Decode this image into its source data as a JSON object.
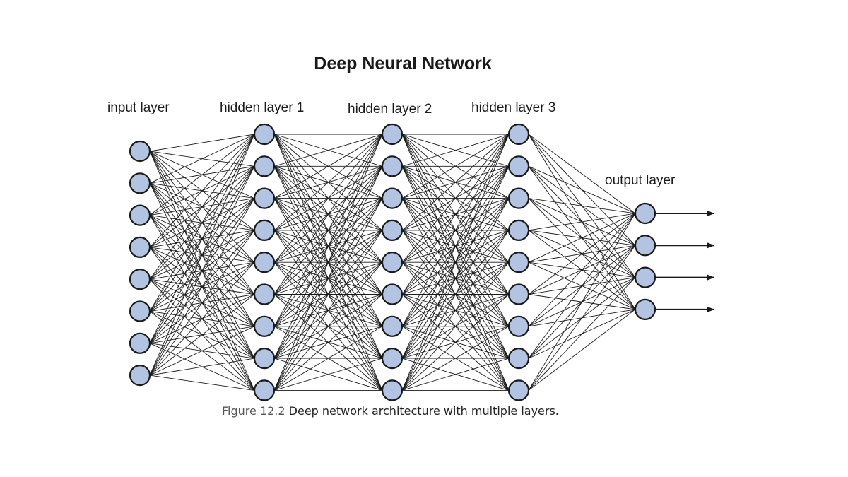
{
  "title": "Deep Neural Network",
  "layers": [
    {
      "label": "input layer",
      "nodes": 8
    },
    {
      "label": "hidden layer 1",
      "nodes": 9
    },
    {
      "label": "hidden layer 2",
      "nodes": 9
    },
    {
      "label": "hidden layer 3",
      "nodes": 9
    },
    {
      "label": "output layer",
      "nodes": 4
    }
  ],
  "output_arrows": 4,
  "caption": {
    "figure": "Figure 12.2",
    "text": "Deep network architecture with multiple layers."
  },
  "colors": {
    "node_fill": "#b3c4e3",
    "node_stroke": "#1a1a1a",
    "edge": "#1a1a1a"
  }
}
